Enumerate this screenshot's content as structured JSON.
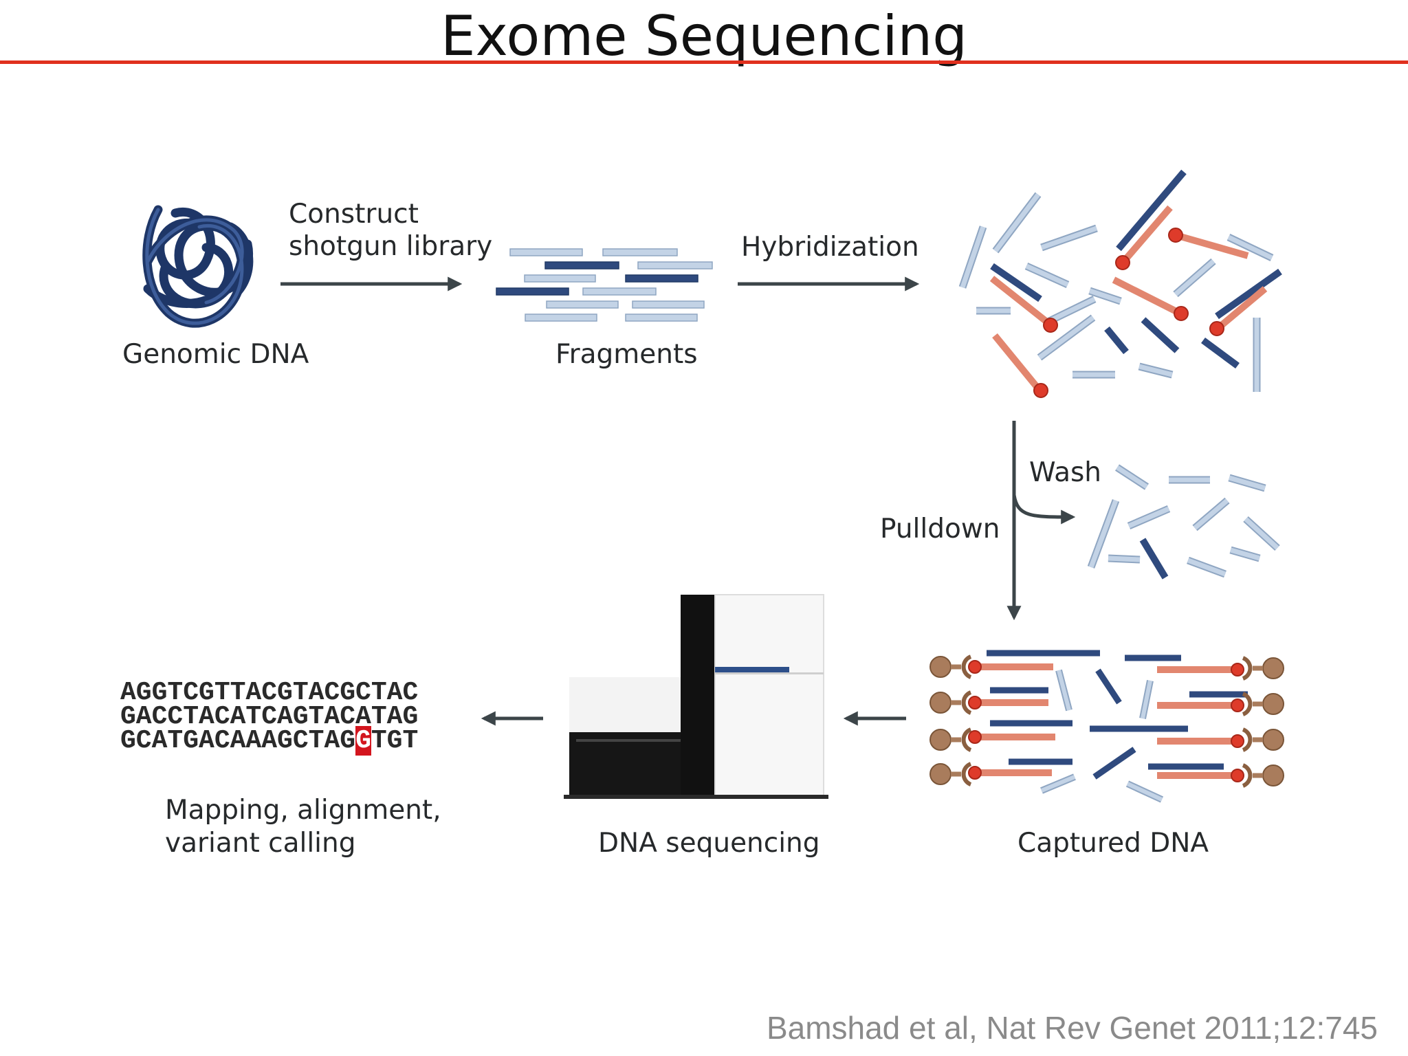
{
  "slide": {
    "title": "Exome Sequencing",
    "citation": "Bamshad et al, Nat Rev Genet 2011;12:745"
  },
  "labels": {
    "construct_line1": "Construct",
    "construct_line2": "shotgun library",
    "genomic_dna": "Genomic DNA",
    "fragments": "Fragments",
    "hybridization": "Hybridization",
    "wash": "Wash",
    "pulldown": "Pulldown",
    "captured_dna": "Captured DNA",
    "dna_sequencing": "DNA sequencing",
    "mapping_line1": "Mapping, alignment,",
    "mapping_line2": "variant calling"
  },
  "sequence": {
    "line1": "AGGTCGTTACGTACGCTAC",
    "line2": "GACCTACATCAGTACATAG",
    "line3_before": "GCATGACAAAGCTAG",
    "line3_variant": "G",
    "line3_after": "TGT"
  },
  "colors": {
    "accent_rule": "#e0301e",
    "dark_blue": "#2f4a7e",
    "light_blue": "#c3d3e6",
    "salmon": "#e2866f",
    "red_bead": "#de3b2a",
    "bead_brown": "#a97c5c",
    "arrow": "#3c4549",
    "variant_highlight": "#d3151e"
  },
  "icons": [
    "dna-coil-icon",
    "sequencer-machine-icon"
  ]
}
